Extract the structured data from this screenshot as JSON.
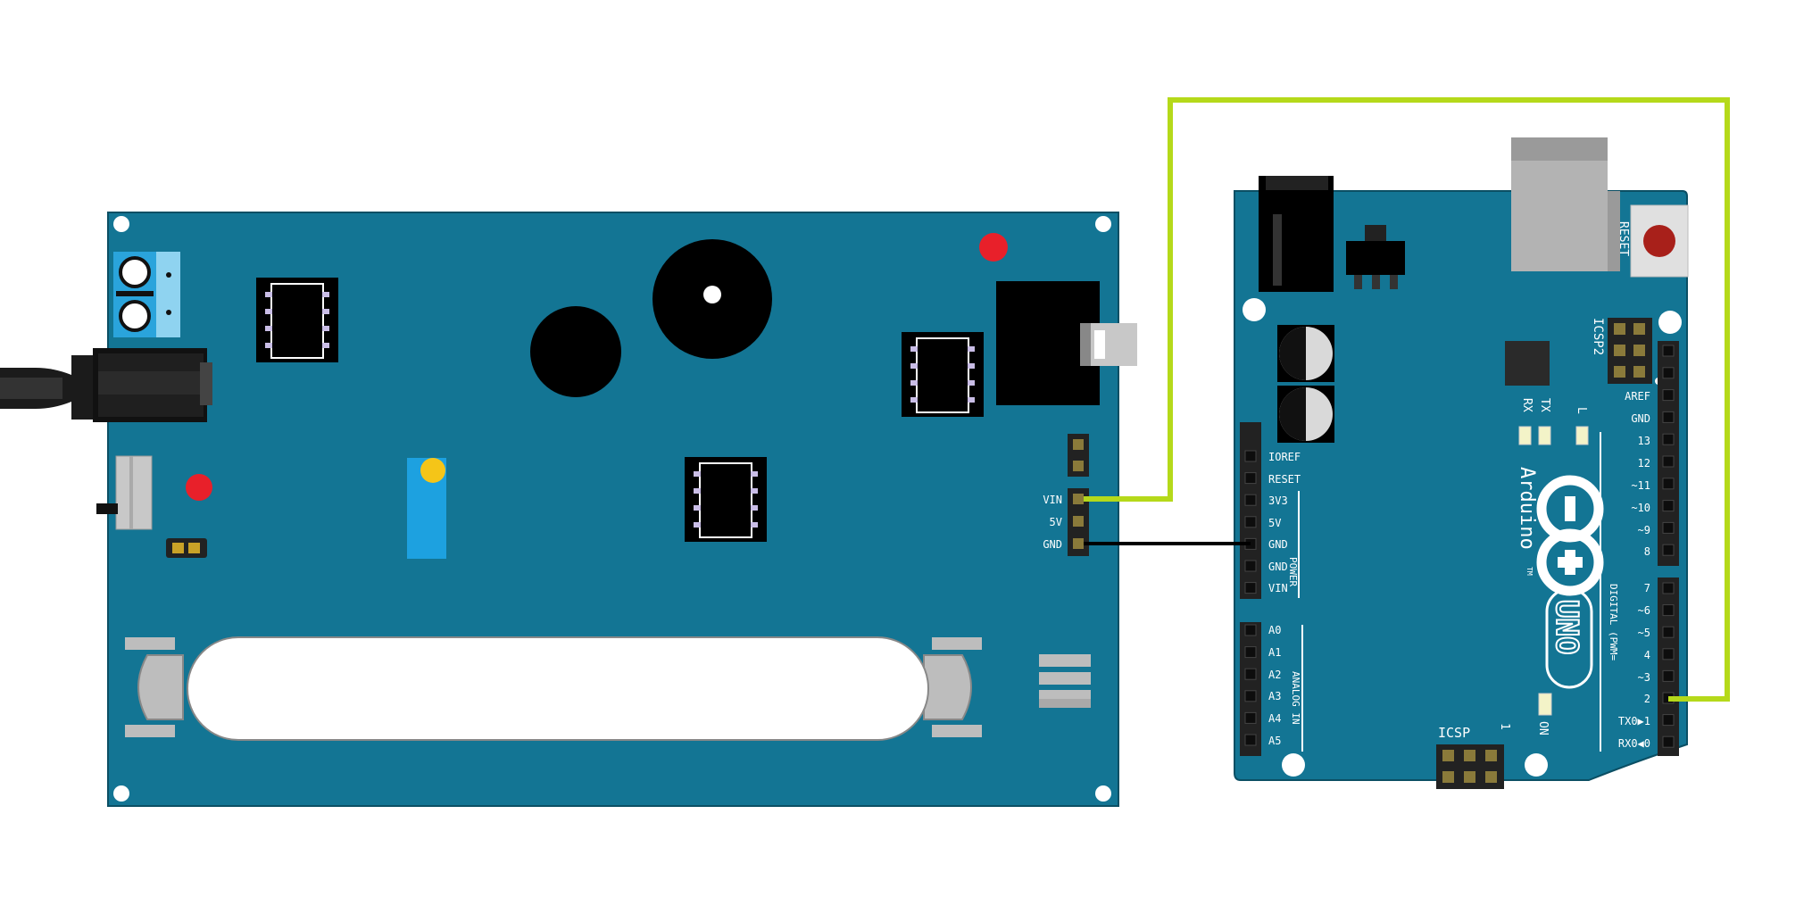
{
  "colors": {
    "board": "#137594",
    "board_dark": "#0f6a86",
    "wire_signal": "#b5d91a",
    "wire_ground": "#000000",
    "led_red": "#e8202a",
    "led_yellow": "#f5c518",
    "trimmer_blue": "#1da1e0",
    "terminal_blue": "#2aa4dc",
    "tube_gray": "#bdbdbd",
    "header_black": "#1a1a1a"
  },
  "geiger_board": {
    "power_pins": [
      "VIN",
      "5V",
      "GND"
    ]
  },
  "arduino": {
    "brand": "Arduino",
    "tm": "TM",
    "model": "UNO",
    "reset_label": "RESET",
    "icsp2_label": "ICSP2",
    "icsp_label": "ICSP",
    "icsp_pin1": "1",
    "led_labels": {
      "tx": "TX",
      "rx": "RX",
      "l": "L",
      "on": "ON"
    },
    "power_header": {
      "pins": [
        "IOREF",
        "RESET",
        "3V3",
        "5V",
        "GND",
        "GND",
        "VIN"
      ],
      "group_label": "POWER"
    },
    "analog_header": {
      "pins": [
        "A0",
        "A1",
        "A2",
        "A3",
        "A4",
        "A5"
      ],
      "group_label": "ANALOG IN"
    },
    "digital_header_top": {
      "pins": [
        "AREF",
        "GND",
        "13",
        "12",
        "~11",
        "~10",
        "~9",
        "8"
      ]
    },
    "digital_header_bottom": {
      "pins": [
        "7",
        "~6",
        "~5",
        "4",
        "~3",
        "2",
        "TX0▶1",
        "RX0◀0"
      ],
      "group_label": "DIGITAL (PWM="
    }
  },
  "connections": [
    {
      "from": "VIN",
      "to": "2",
      "color": "wire_signal"
    },
    {
      "from": "GND",
      "to": "GND",
      "color": "wire_ground"
    }
  ]
}
